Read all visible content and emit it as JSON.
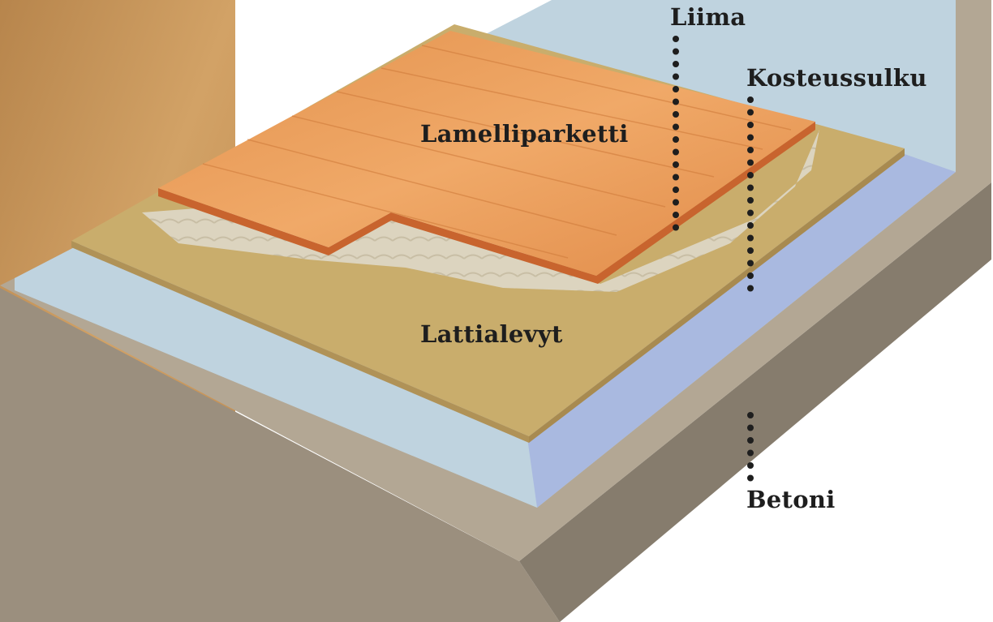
{
  "diagram": {
    "layers": [
      {
        "id": "liima",
        "label": "Liima"
      },
      {
        "id": "kosteussulku",
        "label": "Kosteussulku"
      },
      {
        "id": "lamelliparketti",
        "label": "Lamelliparketti"
      },
      {
        "id": "lattialevyt",
        "label": "Lattialevyt"
      },
      {
        "id": "betoni",
        "label": "Betoni"
      }
    ],
    "colors": {
      "wood_background": "#c8965a",
      "concrete": "#b3a794",
      "concrete_side": "#8f8576",
      "moisture_barrier": "#bfd3df",
      "floor_board": "#c9ad6c",
      "adhesive": "#ddd6c3",
      "parquet": "#e99a56",
      "parquet_edge": "#c8642e",
      "label_text": "#1e1e1e"
    }
  }
}
